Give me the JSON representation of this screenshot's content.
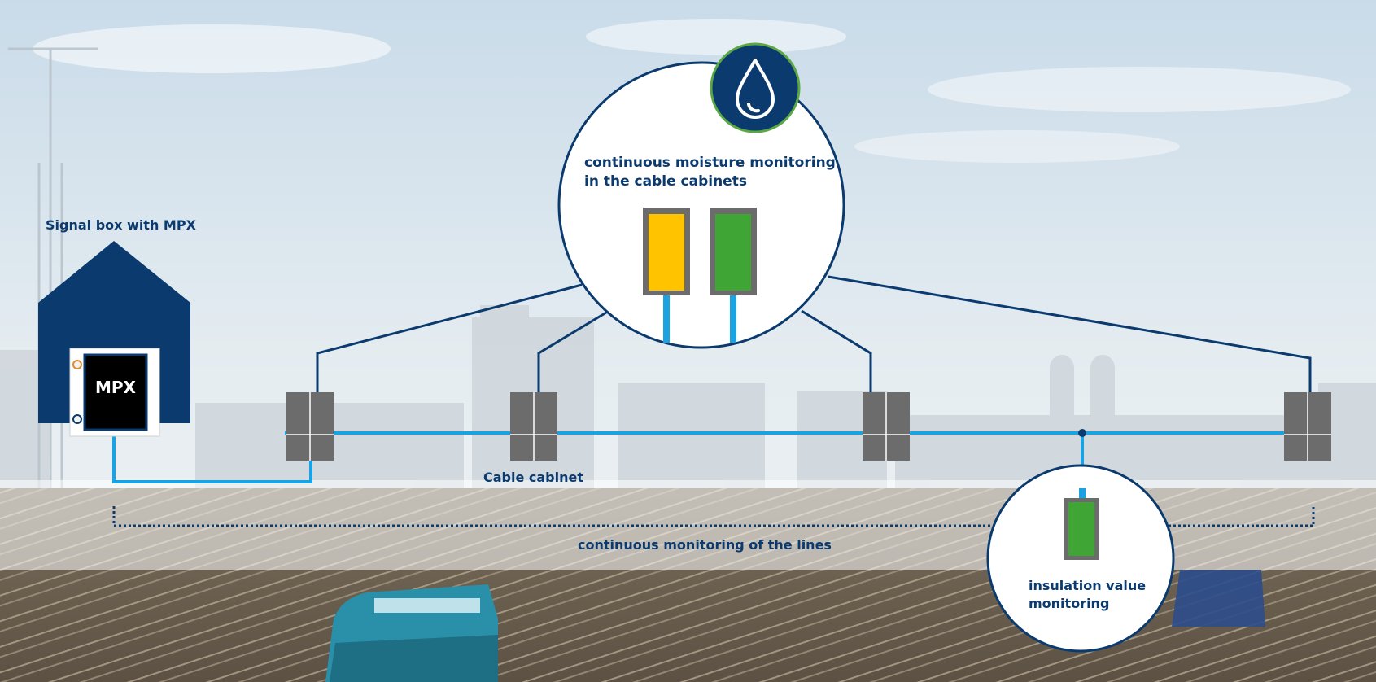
{
  "labels": {
    "signal_box": "Signal box with MPX",
    "mpx": "MPX",
    "cable_cabinet": "Cable cabinet",
    "moisture_line1": "continuous moisture monitoring",
    "moisture_line2": "in the cable cabinets",
    "lines_monitoring": "continuous monitoring of the lines",
    "insulation_line1": "insulation value",
    "insulation_line2": "monitoring"
  },
  "icons": {
    "moisture": "water-drop-icon"
  },
  "colors": {
    "navy": "#0b3a6e",
    "cable_blue": "#1aa3e0",
    "cabinet_gray": "#6d6c6c",
    "sensor_yellow": "#ffc300",
    "sensor_green": "#3fa535",
    "badge_ring": "#5aa843"
  }
}
